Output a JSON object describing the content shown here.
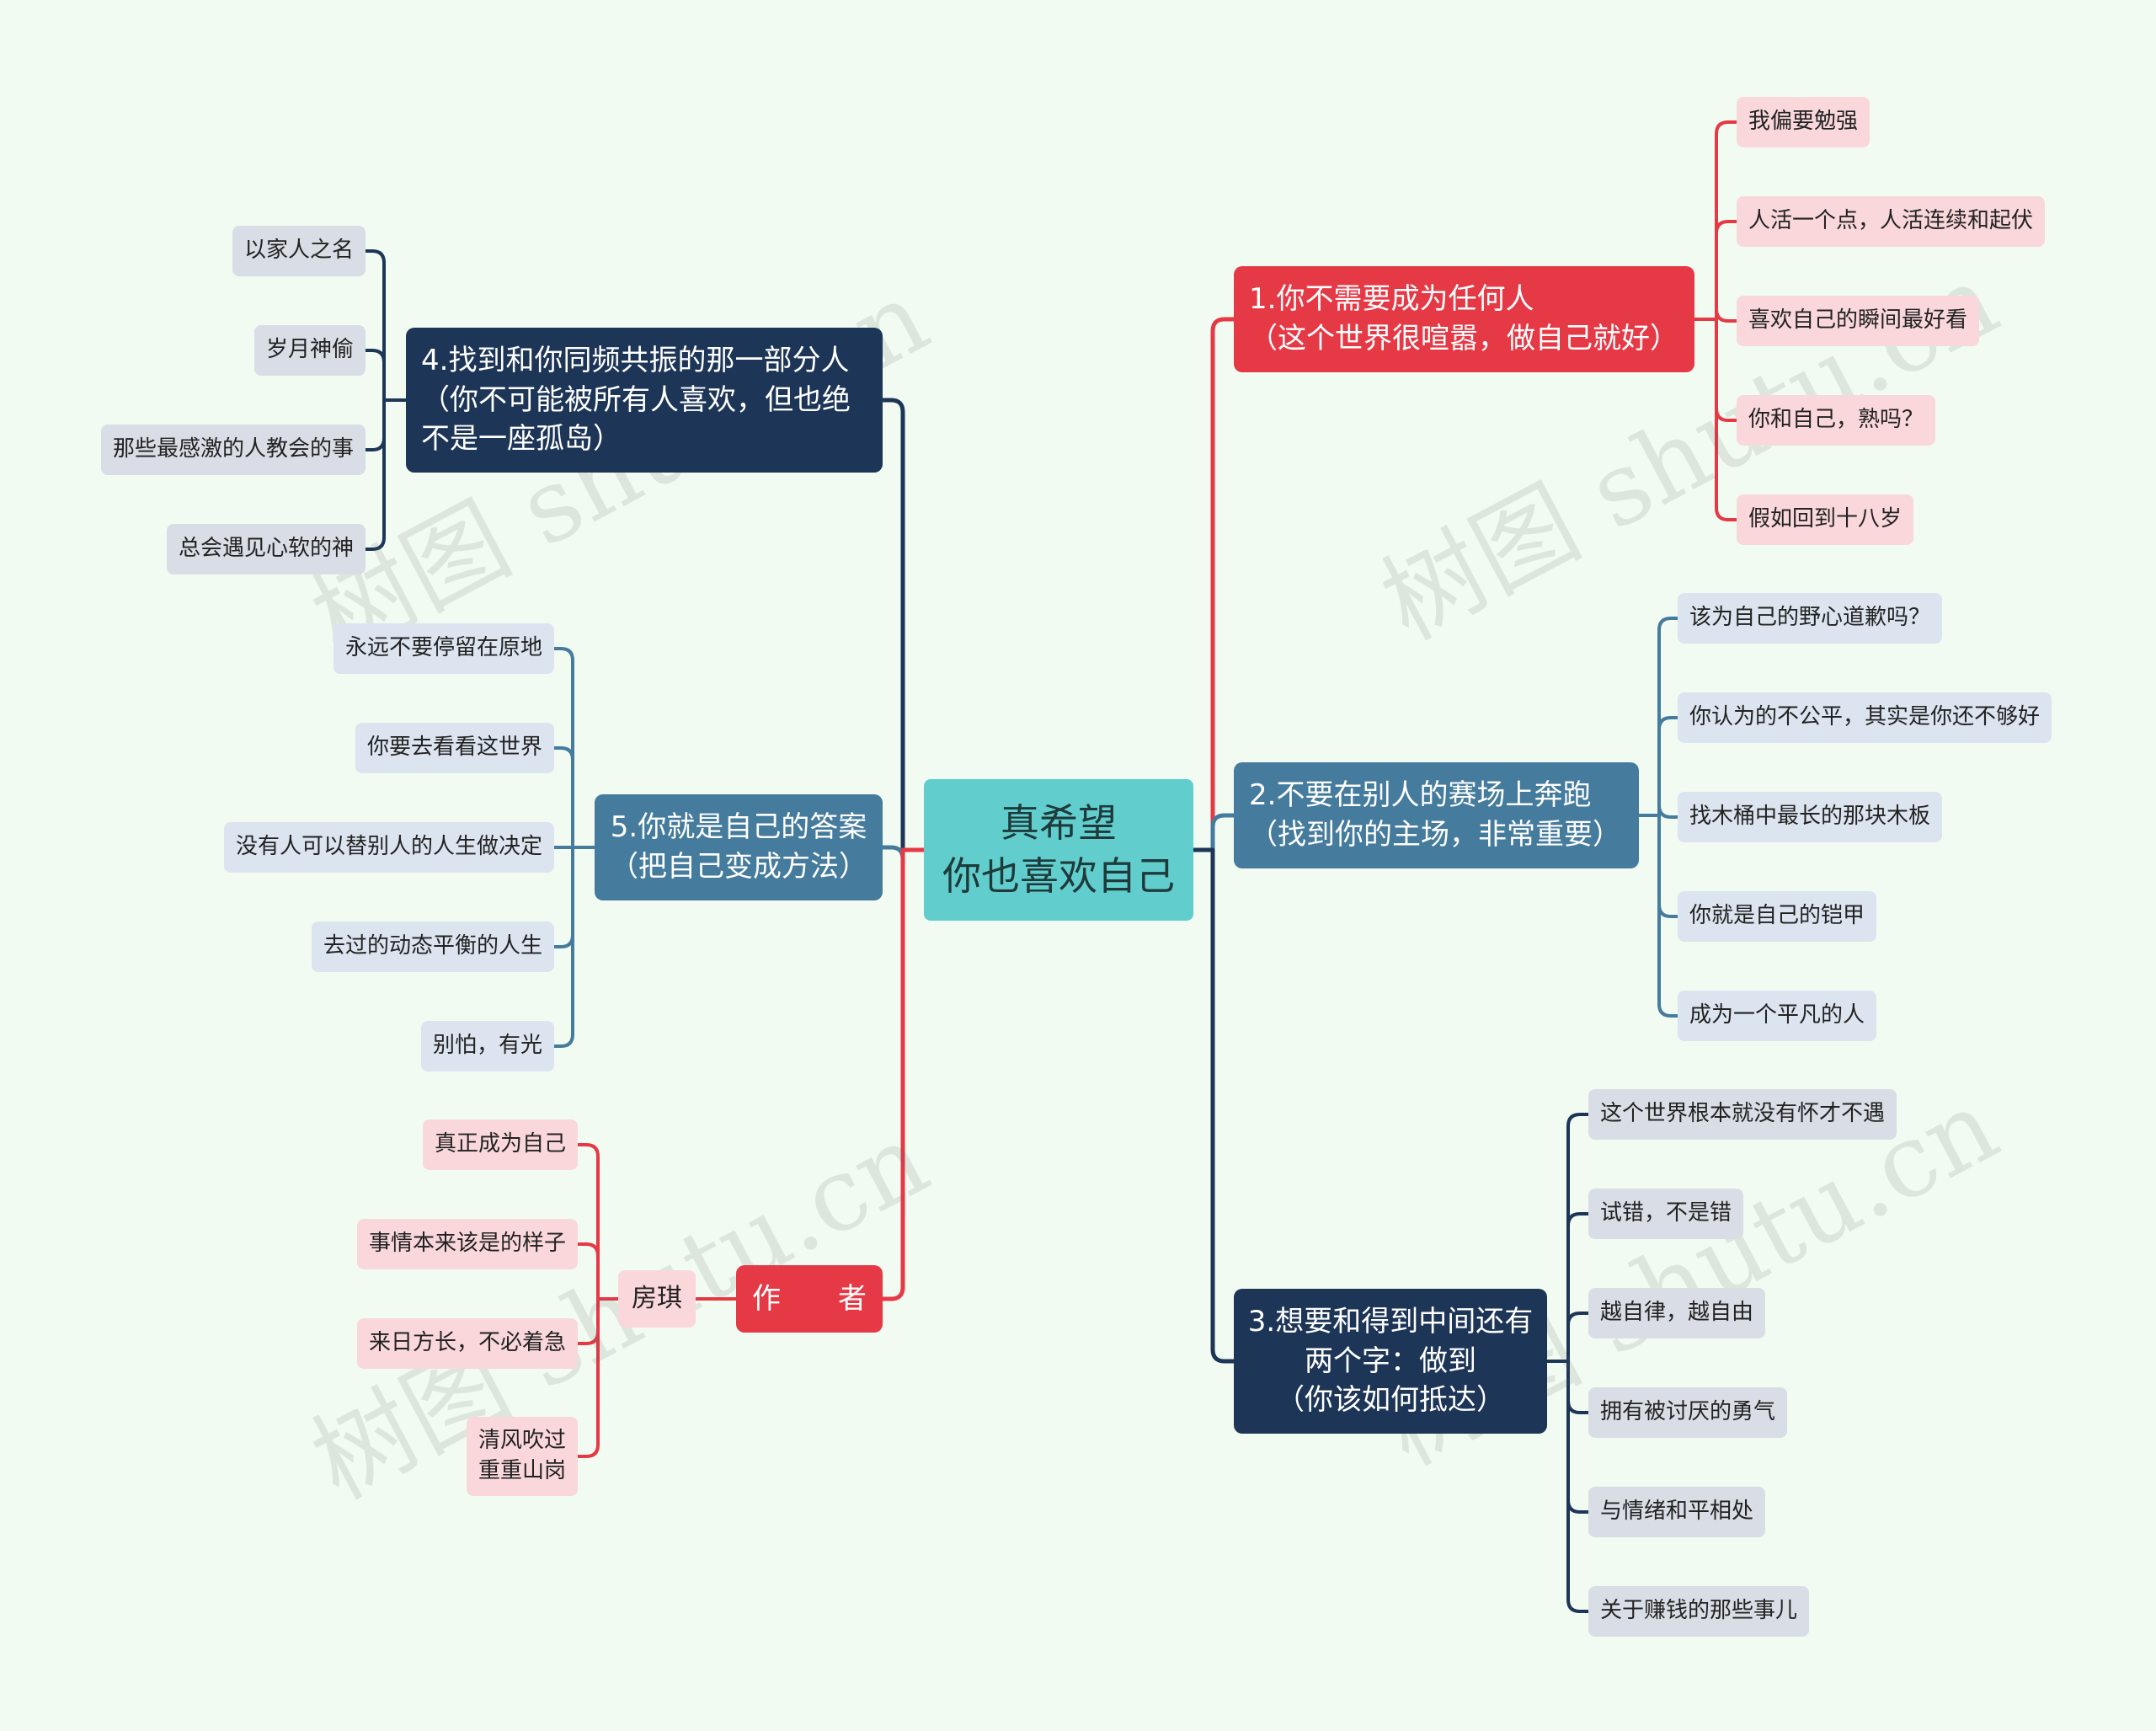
{
  "watermark": "树图 shutu.cn",
  "colors": {
    "red": "#e63946",
    "navy": "#1d3557",
    "steel": "#457b9d",
    "teal": "#62cdcd"
  },
  "center": {
    "line1": "真希望",
    "line2": "你也喜欢自己"
  },
  "branches": {
    "b1": {
      "lines": [
        "1.你不需要成为任何人",
        "（这个世界很喧嚣，做自己就好）"
      ],
      "items": [
        "我偏要勉强",
        "人活一个点，人活连续和起伏",
        "喜欢自己的瞬间最好看",
        "你和自己，熟吗？",
        "假如回到十八岁"
      ]
    },
    "b2": {
      "lines": [
        "2.不要在别人的赛场上奔跑",
        "（找到你的主场，非常重要）"
      ],
      "items": [
        "该为自己的野心道歉吗？",
        "你认为的不公平，其实是你还不够好",
        "找木桶中最长的那块木板",
        "你就是自己的铠甲",
        "成为一个平凡的人"
      ]
    },
    "b3": {
      "lines": [
        "3.想要和得到中间还有",
        "两个字：做到",
        "（你该如何抵达）"
      ],
      "items": [
        "这个世界根本就没有怀才不遇",
        "试错，不是错",
        "越自律，越自由",
        "拥有被讨厌的勇气",
        "与情绪和平相处",
        "关于赚钱的那些事儿"
      ]
    },
    "b4": {
      "lines": [
        "4.找到和你同频共振的那一部分人",
        "（你不可能被所有人喜欢，但也绝",
        "不是一座孤岛）"
      ],
      "items": [
        "以家人之名",
        "岁月神偷",
        "那些最感激的人教会的事",
        "总会遇见心软的神"
      ]
    },
    "b5": {
      "lines": [
        "5.你就是自己的答案",
        "（把自己变成方法）"
      ],
      "items": [
        "永远不要停留在原地",
        "你要去看看这世界",
        "没有人可以替别人的人生做决定",
        "去过的动态平衡的人生",
        "别怕，有光"
      ]
    },
    "author": {
      "label": "作　　者",
      "name": "房琪",
      "items": [
        "真正成为自己",
        "事情本来该是的样子",
        "来日方长，不必着急",
        [
          "清风吹过",
          "重重山岗"
        ]
      ]
    }
  }
}
